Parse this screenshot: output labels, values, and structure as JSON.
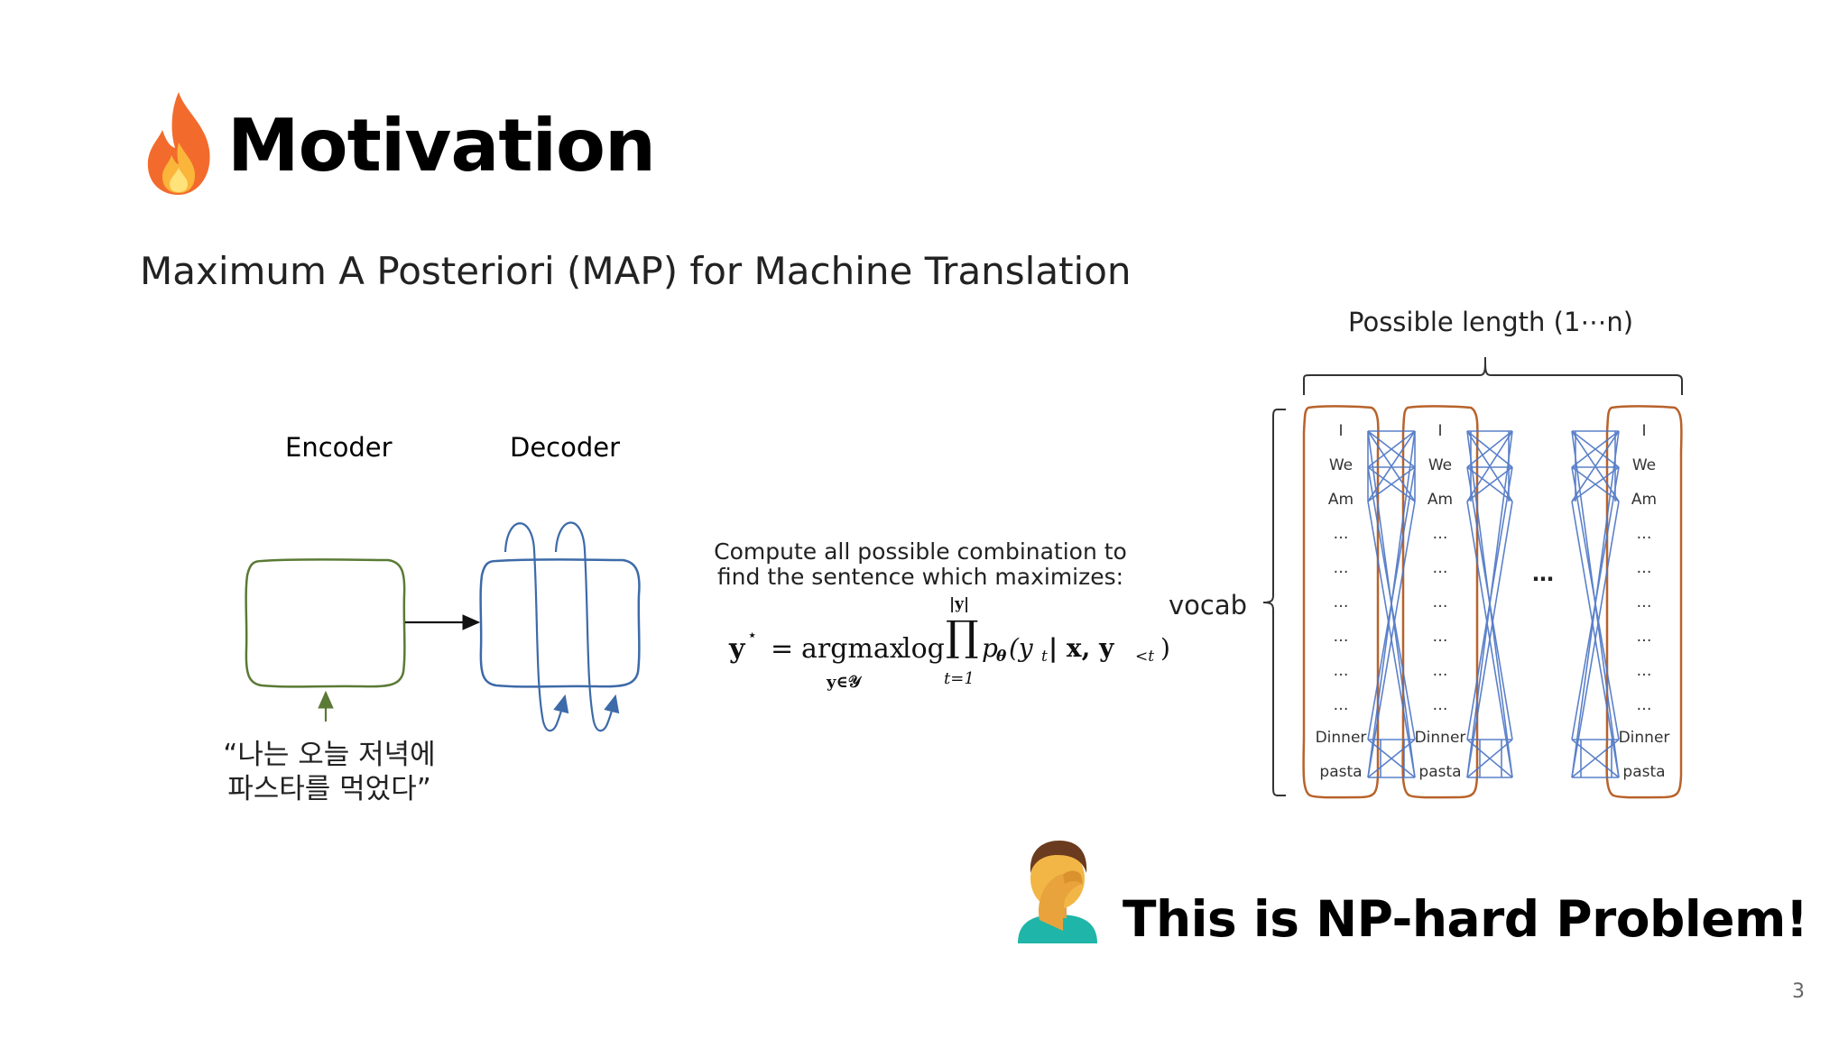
{
  "title": "Motivation",
  "subtitle": "Maximum A Posteriori (MAP) for Machine Translation",
  "diagram": {
    "encoder_label": "Encoder",
    "decoder_label": "Decoder",
    "korean_line1": "“나는 오늘 저녁에",
    "korean_line2": "파스타를 먹었다”"
  },
  "compute": {
    "line1": "Compute all possible combination to",
    "line2": "find the sentence which maximizes:"
  },
  "formula": {
    "lhs": "y",
    "star": "⋆",
    "eq": "=",
    "argmax": "argmax",
    "argmax_sub": "y∈𝒴",
    "log": "log",
    "prod": "∏",
    "prod_top": "|y|",
    "prod_bottom": "t=1",
    "p": "p",
    "theta": "θ",
    "args": "(y",
    "t": "t",
    "cond": " | x, y",
    "lt": "<t",
    "close": ")"
  },
  "possible_length": "Possible length (1⋯n)",
  "vocab_label": "vocab",
  "ellipsis_between": "⋯",
  "vocab_words": [
    "I",
    "We",
    "Am",
    "…",
    "…",
    "…",
    "…",
    "…",
    "…",
    "Dinner",
    "pasta"
  ],
  "np_hard": "This is NP-hard Problem!",
  "page_number": "3",
  "icons": [
    "fire-icon",
    "facepalm-icon"
  ],
  "colors": {
    "encoder": "#5a7a35",
    "decoder": "#3d6aa8",
    "column": "#b8622a",
    "lines": "#4a74c4"
  }
}
